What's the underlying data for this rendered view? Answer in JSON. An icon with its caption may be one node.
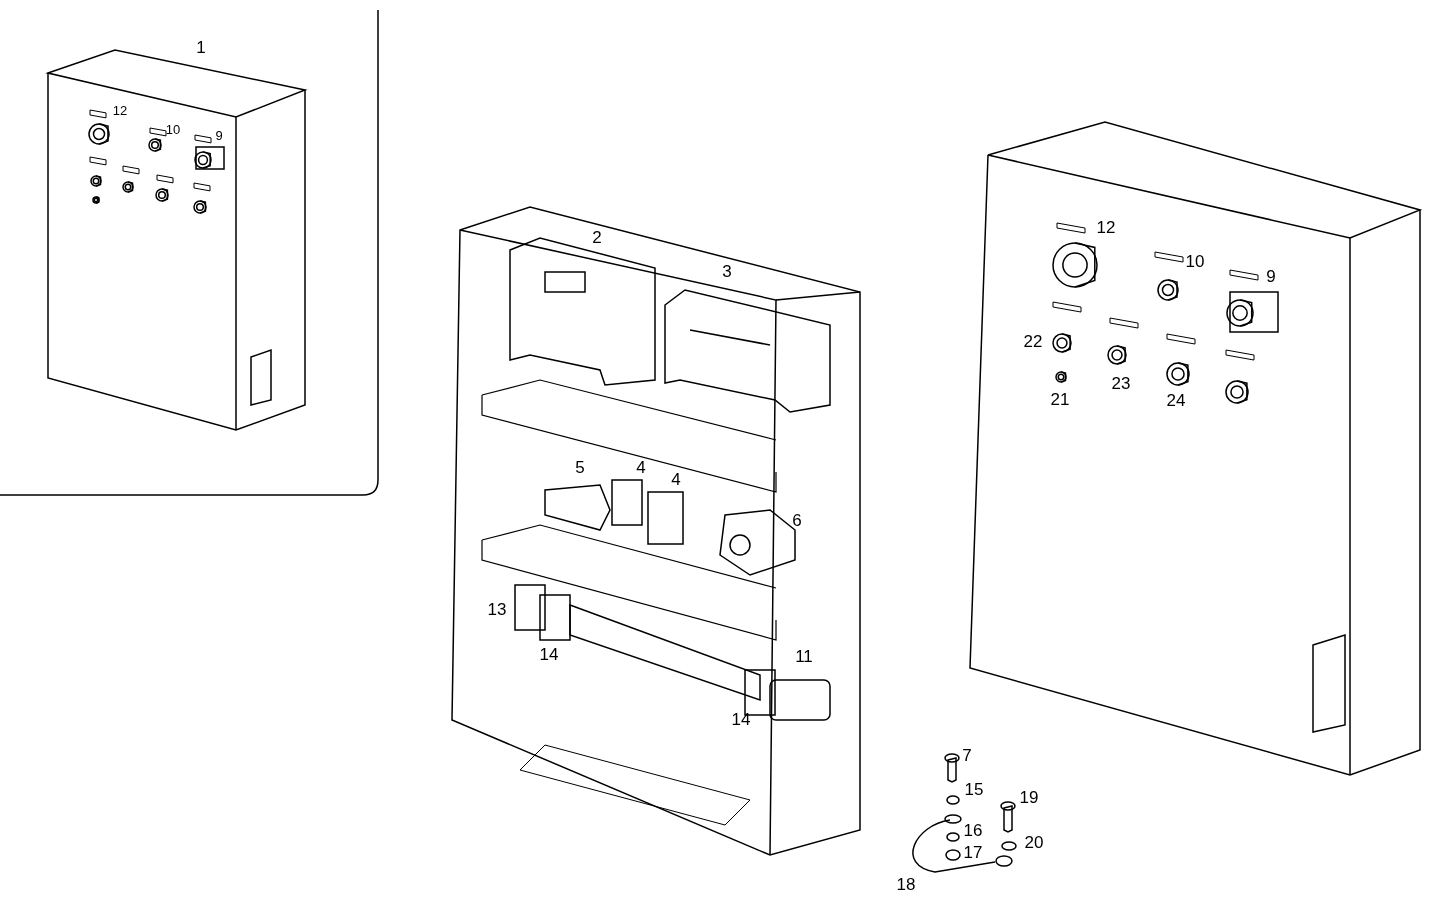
{
  "diagram": {
    "labels": [
      "1",
      "12",
      "10",
      "9",
      "2",
      "3",
      "5",
      "4",
      "4",
      "6",
      "13",
      "14",
      "11",
      "14",
      "12",
      "10",
      "9",
      "22",
      "21",
      "23",
      "24",
      "7",
      "15",
      "19",
      "16",
      "20",
      "17",
      "18"
    ]
  }
}
